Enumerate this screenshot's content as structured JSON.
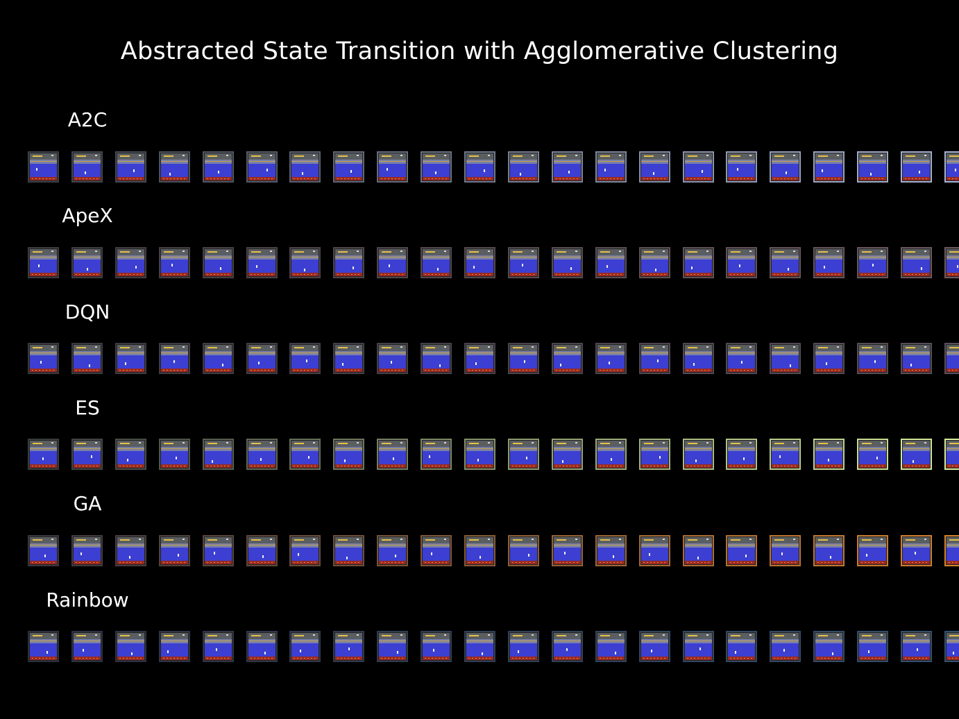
{
  "title": "Abstracted State Transition with Agglomerative Clustering",
  "frames_per_row": 22,
  "rows": [
    {
      "label": "A2C",
      "border_start": "#3b3f48",
      "border_end": "#a9b6d6"
    },
    {
      "label": "ApeX",
      "border_start": "#3e3a40",
      "border_end": "#6e5a5e"
    },
    {
      "label": "DQN",
      "border_start": "#3a3840",
      "border_end": "#5a4e5a"
    },
    {
      "label": "ES",
      "border_start": "#3a3d3e",
      "border_end": "#d8ee9c"
    },
    {
      "label": "GA",
      "border_start": "#3a3640",
      "border_end": "#d9832c"
    },
    {
      "label": "Rainbow",
      "border_start": "#2c2f3e",
      "border_end": "#34506e"
    }
  ]
}
